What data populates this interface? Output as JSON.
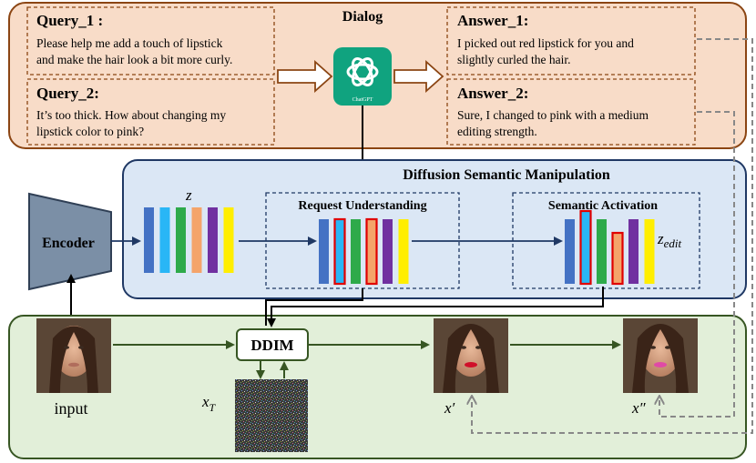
{
  "dialog": {
    "title": "Dialog",
    "query1": {
      "title": "Query_1 :",
      "lines": [
        "Please help me add a touch of lipstick",
        "and make the hair look a bit more curly."
      ]
    },
    "query2": {
      "title": "Query_2:",
      "lines": [
        "It’s too thick. How about changing my",
        "lipstick color to pink?"
      ]
    },
    "answer1": {
      "title": "Answer_1:",
      "lines": [
        "I picked out red lipstick for you and",
        "slightly curled the hair."
      ]
    },
    "answer2": {
      "title": "Answer_2:",
      "lines": [
        "Sure, I changed to pink with a medium",
        "editing strength."
      ]
    },
    "chatgpt_label": "ChatGPT"
  },
  "dsm": {
    "title": "Diffusion Semantic Manipulation",
    "request_understanding": "Request Understanding",
    "semantic_activation": "Semantic Activation",
    "z_label": "z",
    "z_edit_label": "z",
    "z_edit_sub": "edit",
    "bar_colors": [
      "#4472c4",
      "#29b6f6",
      "#2eaa4a",
      "#f4a46a",
      "#7030a0",
      "#ffee00"
    ],
    "highlight_color": "#e00000"
  },
  "encoder": {
    "label": "Encoder"
  },
  "pipeline": {
    "ddim_label": "DDIM",
    "input_label": "input",
    "xT_label": "x",
    "xT_sub": "T",
    "x_prime_label": "x′",
    "x_double_prime_label": "x″"
  },
  "colors": {
    "dialog_bg": "#f8dcc8",
    "dialog_border": "#8b4513",
    "dsm_bg": "#dbe7f5",
    "dsm_border": "#1f3864",
    "pipe_bg": "#e2efd9",
    "pipe_border": "#375623",
    "encoder_fill": "#7b8fa6",
    "chatgpt_green": "#10a37f",
    "red_lip": "#d0102a",
    "pink_lip": "#e04aa6"
  }
}
